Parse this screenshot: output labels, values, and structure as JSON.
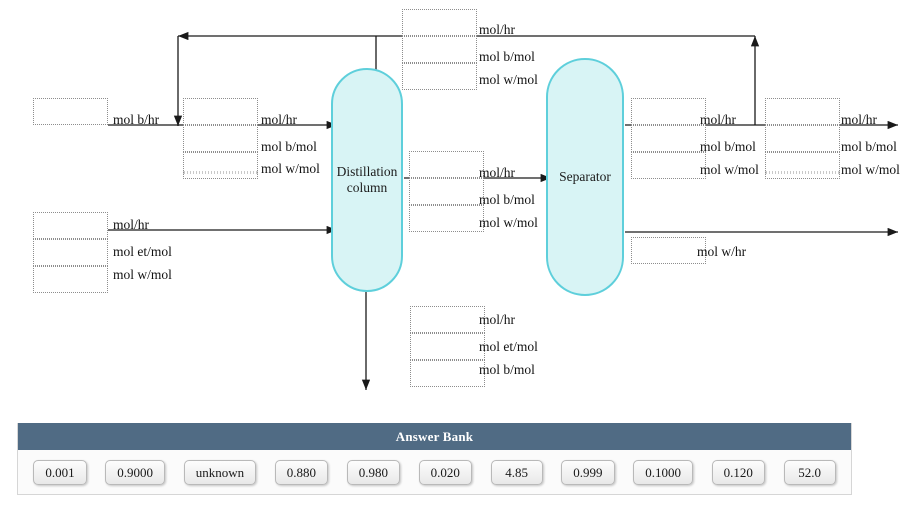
{
  "diagram": {
    "units": [
      {
        "name": "distillation-column",
        "label": "Distillation column"
      },
      {
        "name": "separator",
        "label": "Separator"
      }
    ],
    "stream_labels": {
      "fresh_benzene_feed": "mol b/hr",
      "mixed_feed_flow": "mol/hr",
      "mixed_feed_b": "mol b/mol",
      "mixed_feed_w": "mol w/mol",
      "ethanol_feed_flow": "mol/hr",
      "ethanol_feed_et": "mol et/mol",
      "ethanol_feed_w": "mol w/mol",
      "overhead_flow": "mol/hr",
      "overhead_b": "mol b/mol",
      "overhead_w": "mol w/mol",
      "mid_flow": "mol/hr",
      "mid_b": "mol b/mol",
      "mid_w": "mol w/mol",
      "bottoms_flow": "mol/hr",
      "bottoms_et": "mol et/mol",
      "bottoms_b": "mol b/mol",
      "sep_top_flow": "mol/hr",
      "sep_top_b": "mol b/mol",
      "sep_top_w": "mol w/mol",
      "product_flow": "mol/hr",
      "product_b": "mol b/mol",
      "product_w": "mol w/mol",
      "water_out": "mol w/hr"
    },
    "blanks": [
      {
        "name": "blank-fresh-benzene",
        "value": ""
      },
      {
        "name": "blank-mixed-feed-flow",
        "value": ""
      },
      {
        "name": "blank-mixed-feed-b",
        "value": ""
      },
      {
        "name": "blank-mixed-feed-w",
        "value": ""
      },
      {
        "name": "blank-ethanol-feed-flow",
        "value": ""
      },
      {
        "name": "blank-ethanol-feed-et",
        "value": ""
      },
      {
        "name": "blank-ethanol-feed-w",
        "value": ""
      },
      {
        "name": "blank-overhead-flow",
        "value": ""
      },
      {
        "name": "blank-overhead-b",
        "value": ""
      },
      {
        "name": "blank-overhead-w",
        "value": ""
      },
      {
        "name": "blank-mid-flow",
        "value": ""
      },
      {
        "name": "blank-mid-b",
        "value": ""
      },
      {
        "name": "blank-mid-w",
        "value": ""
      },
      {
        "name": "blank-bottoms-flow",
        "value": ""
      },
      {
        "name": "blank-bottoms-et",
        "value": ""
      },
      {
        "name": "blank-bottoms-b",
        "value": ""
      },
      {
        "name": "blank-sep-top-flow",
        "value": ""
      },
      {
        "name": "blank-sep-top-b",
        "value": ""
      },
      {
        "name": "blank-sep-top-w",
        "value": ""
      },
      {
        "name": "blank-product-flow",
        "value": ""
      },
      {
        "name": "blank-product-b",
        "value": ""
      },
      {
        "name": "blank-product-w",
        "value": ""
      },
      {
        "name": "blank-water-out",
        "value": ""
      }
    ],
    "colors": {
      "vessel_fill": "#d8f4f5",
      "vessel_stroke": "#5ecfdb",
      "line": "#1a1a1a",
      "blank_border": "#8d8d8d"
    }
  },
  "answer_bank": {
    "title": "Answer Bank",
    "options": [
      "0.001",
      "0.9000",
      "unknown",
      "0.880",
      "0.980",
      "0.020",
      "4.85",
      "0.999",
      "0.1000",
      "0.120",
      "52.0"
    ],
    "header_color": "#506b84"
  }
}
